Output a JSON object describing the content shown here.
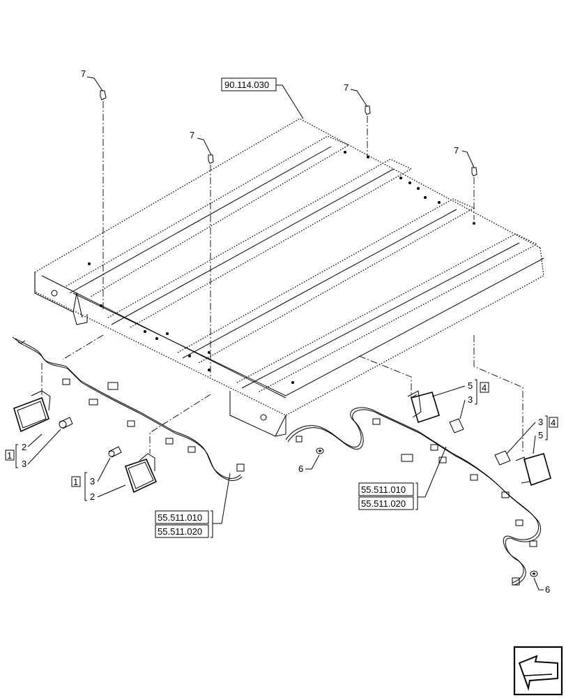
{
  "diagram": {
    "references": {
      "canopy": "90.114.030",
      "harness_left_a": "55.511.010",
      "harness_left_b": "55.511.020",
      "harness_right_a": "55.511.010",
      "harness_right_b": "55.511.020"
    },
    "callouts": {
      "bolt_1": "7",
      "bolt_2": "7",
      "bolt_3": "7",
      "bolt_4": "7",
      "lamp_left_group": "1",
      "lamp_left_housing": "2",
      "lamp_left_bulb": "3",
      "lamp_mid_group": "1",
      "lamp_mid_bulb": "3",
      "lamp_mid_housing": "2",
      "lamp_right1_housing": "5",
      "lamp_right1_group": "4",
      "lamp_right1_bulb": "3",
      "lamp_right2_bulb": "3",
      "lamp_right2_group": "4",
      "lamp_right2_housing": "5",
      "grommet_1": "6",
      "grommet_2": "6"
    },
    "nav_icon": "arrow-back-icon"
  }
}
